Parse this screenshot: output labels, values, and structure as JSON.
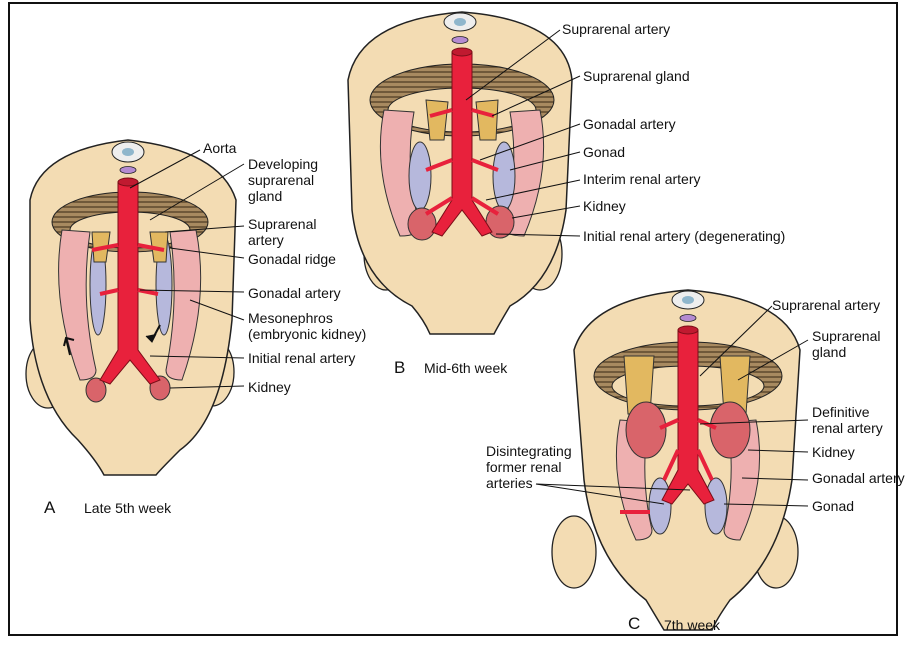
{
  "panels": [
    {
      "letter": "A",
      "caption": "Late 5th week",
      "labels": {
        "aorta": "Aorta",
        "developing_suprarenal_gland": [
          "Developing",
          "suprarenal",
          "gland"
        ],
        "suprarenal_artery": [
          "Suprarenal",
          "artery"
        ],
        "gonadal_ridge": "Gonadal ridge",
        "gonadal_artery": "Gonadal artery",
        "mesonephros": [
          "Mesonephros",
          "(embryonic kidney)"
        ],
        "initial_renal_artery": "Initial renal artery",
        "kidney": "Kidney"
      }
    },
    {
      "letter": "B",
      "caption": "Mid-6th week",
      "labels": {
        "suprarenal_artery": "Suprarenal artery",
        "suprarenal_gland": "Suprarenal gland",
        "gonadal_artery": "Gonadal artery",
        "gonad": "Gonad",
        "interim_renal_artery": "Interim renal artery",
        "kidney": "Kidney",
        "initial_renal_artery_degenerating": "Initial renal artery (degenerating)"
      }
    },
    {
      "letter": "C",
      "caption": "7th week",
      "labels": {
        "suprarenal_artery": "Suprarenal artery",
        "suprarenal_gland": [
          "Suprarenal",
          "gland"
        ],
        "definitive_renal_artery": [
          "Definitive",
          "renal artery"
        ],
        "kidney": "Kidney",
        "gonadal_artery": "Gonadal artery",
        "gonad": "Gonad",
        "disintegrating_former_renal_arteries": [
          "Disintegrating",
          "former renal",
          "arteries"
        ]
      }
    }
  ],
  "colors": {
    "body": "#f3dcb3",
    "aorta": "#e8213c",
    "suprarenal": "#e2b860",
    "mesonephros": "#eeb0b0",
    "gonad": "#b6b8dc",
    "kidney": "#d9646a",
    "disc_dark": "#6e5636"
  }
}
